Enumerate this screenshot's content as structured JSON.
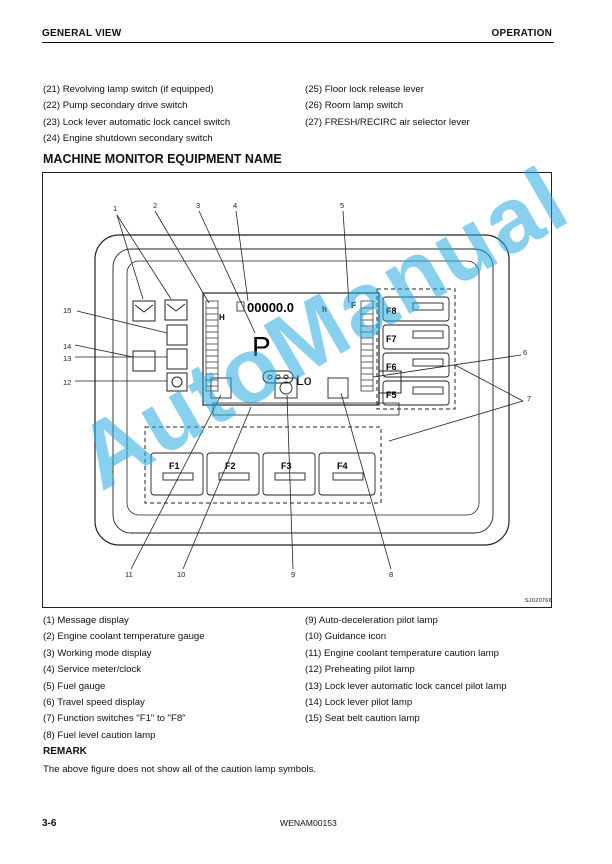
{
  "header": {
    "left": "GENERAL VIEW",
    "right": "OPERATION"
  },
  "top_list": {
    "left": [
      "(21) Revolving lamp switch (if equipped)",
      "(22) Pump secondary drive switch",
      "(23) Lock lever automatic lock cancel switch",
      "(24) Engine shutdown secondary switch"
    ],
    "right": [
      "(25) Floor lock release lever",
      "(26) Room lamp switch",
      "(27) FRESH/RECIRC air selector lever"
    ]
  },
  "section_title": "MACHINE MONITOR EQUIPMENT NAME",
  "figure": {
    "callouts": [
      "1",
      "2",
      "3",
      "4",
      "5",
      "6",
      "7",
      "8",
      "9",
      "10",
      "11",
      "12",
      "13",
      "14",
      "15"
    ],
    "service_meter": "00000.0",
    "service_unit": "h",
    "gauge_left_top": "H",
    "gauge_right_top": "F",
    "mode": "P",
    "travel": "Lo",
    "func_keys_bottom": [
      "F1",
      "F2",
      "F3",
      "F4"
    ],
    "func_keys_right": [
      "F8",
      "F7",
      "F6",
      "F5"
    ],
    "code": "SJ020766"
  },
  "legend": {
    "left": [
      "(1) Message display",
      "(2) Engine coolant temperature gauge",
      "(3) Working mode display",
      "(4) Service meter/clock",
      "(5) Fuel gauge",
      "(6) Travel speed display",
      "(7) Function switches \"F1\" to \"F8\"",
      "(8) Fuel level caution lamp"
    ],
    "right": [
      "(9) Auto-deceleration pilot lamp",
      "(10) Guidance icon",
      "(11) Engine coolant temperature caution lamp",
      "(12) Preheating pilot lamp",
      "(13) Lock lever automatic lock cancel pilot lamp",
      "(14) Lock lever pilot lamp",
      "(15) Seat belt caution lamp"
    ]
  },
  "remark": {
    "title": "REMARK",
    "text": "The above figure does not show all of the caution lamp symbols."
  },
  "footer": {
    "page": "3-6",
    "doc": "WENAM00153"
  },
  "watermark": "AutoManual"
}
